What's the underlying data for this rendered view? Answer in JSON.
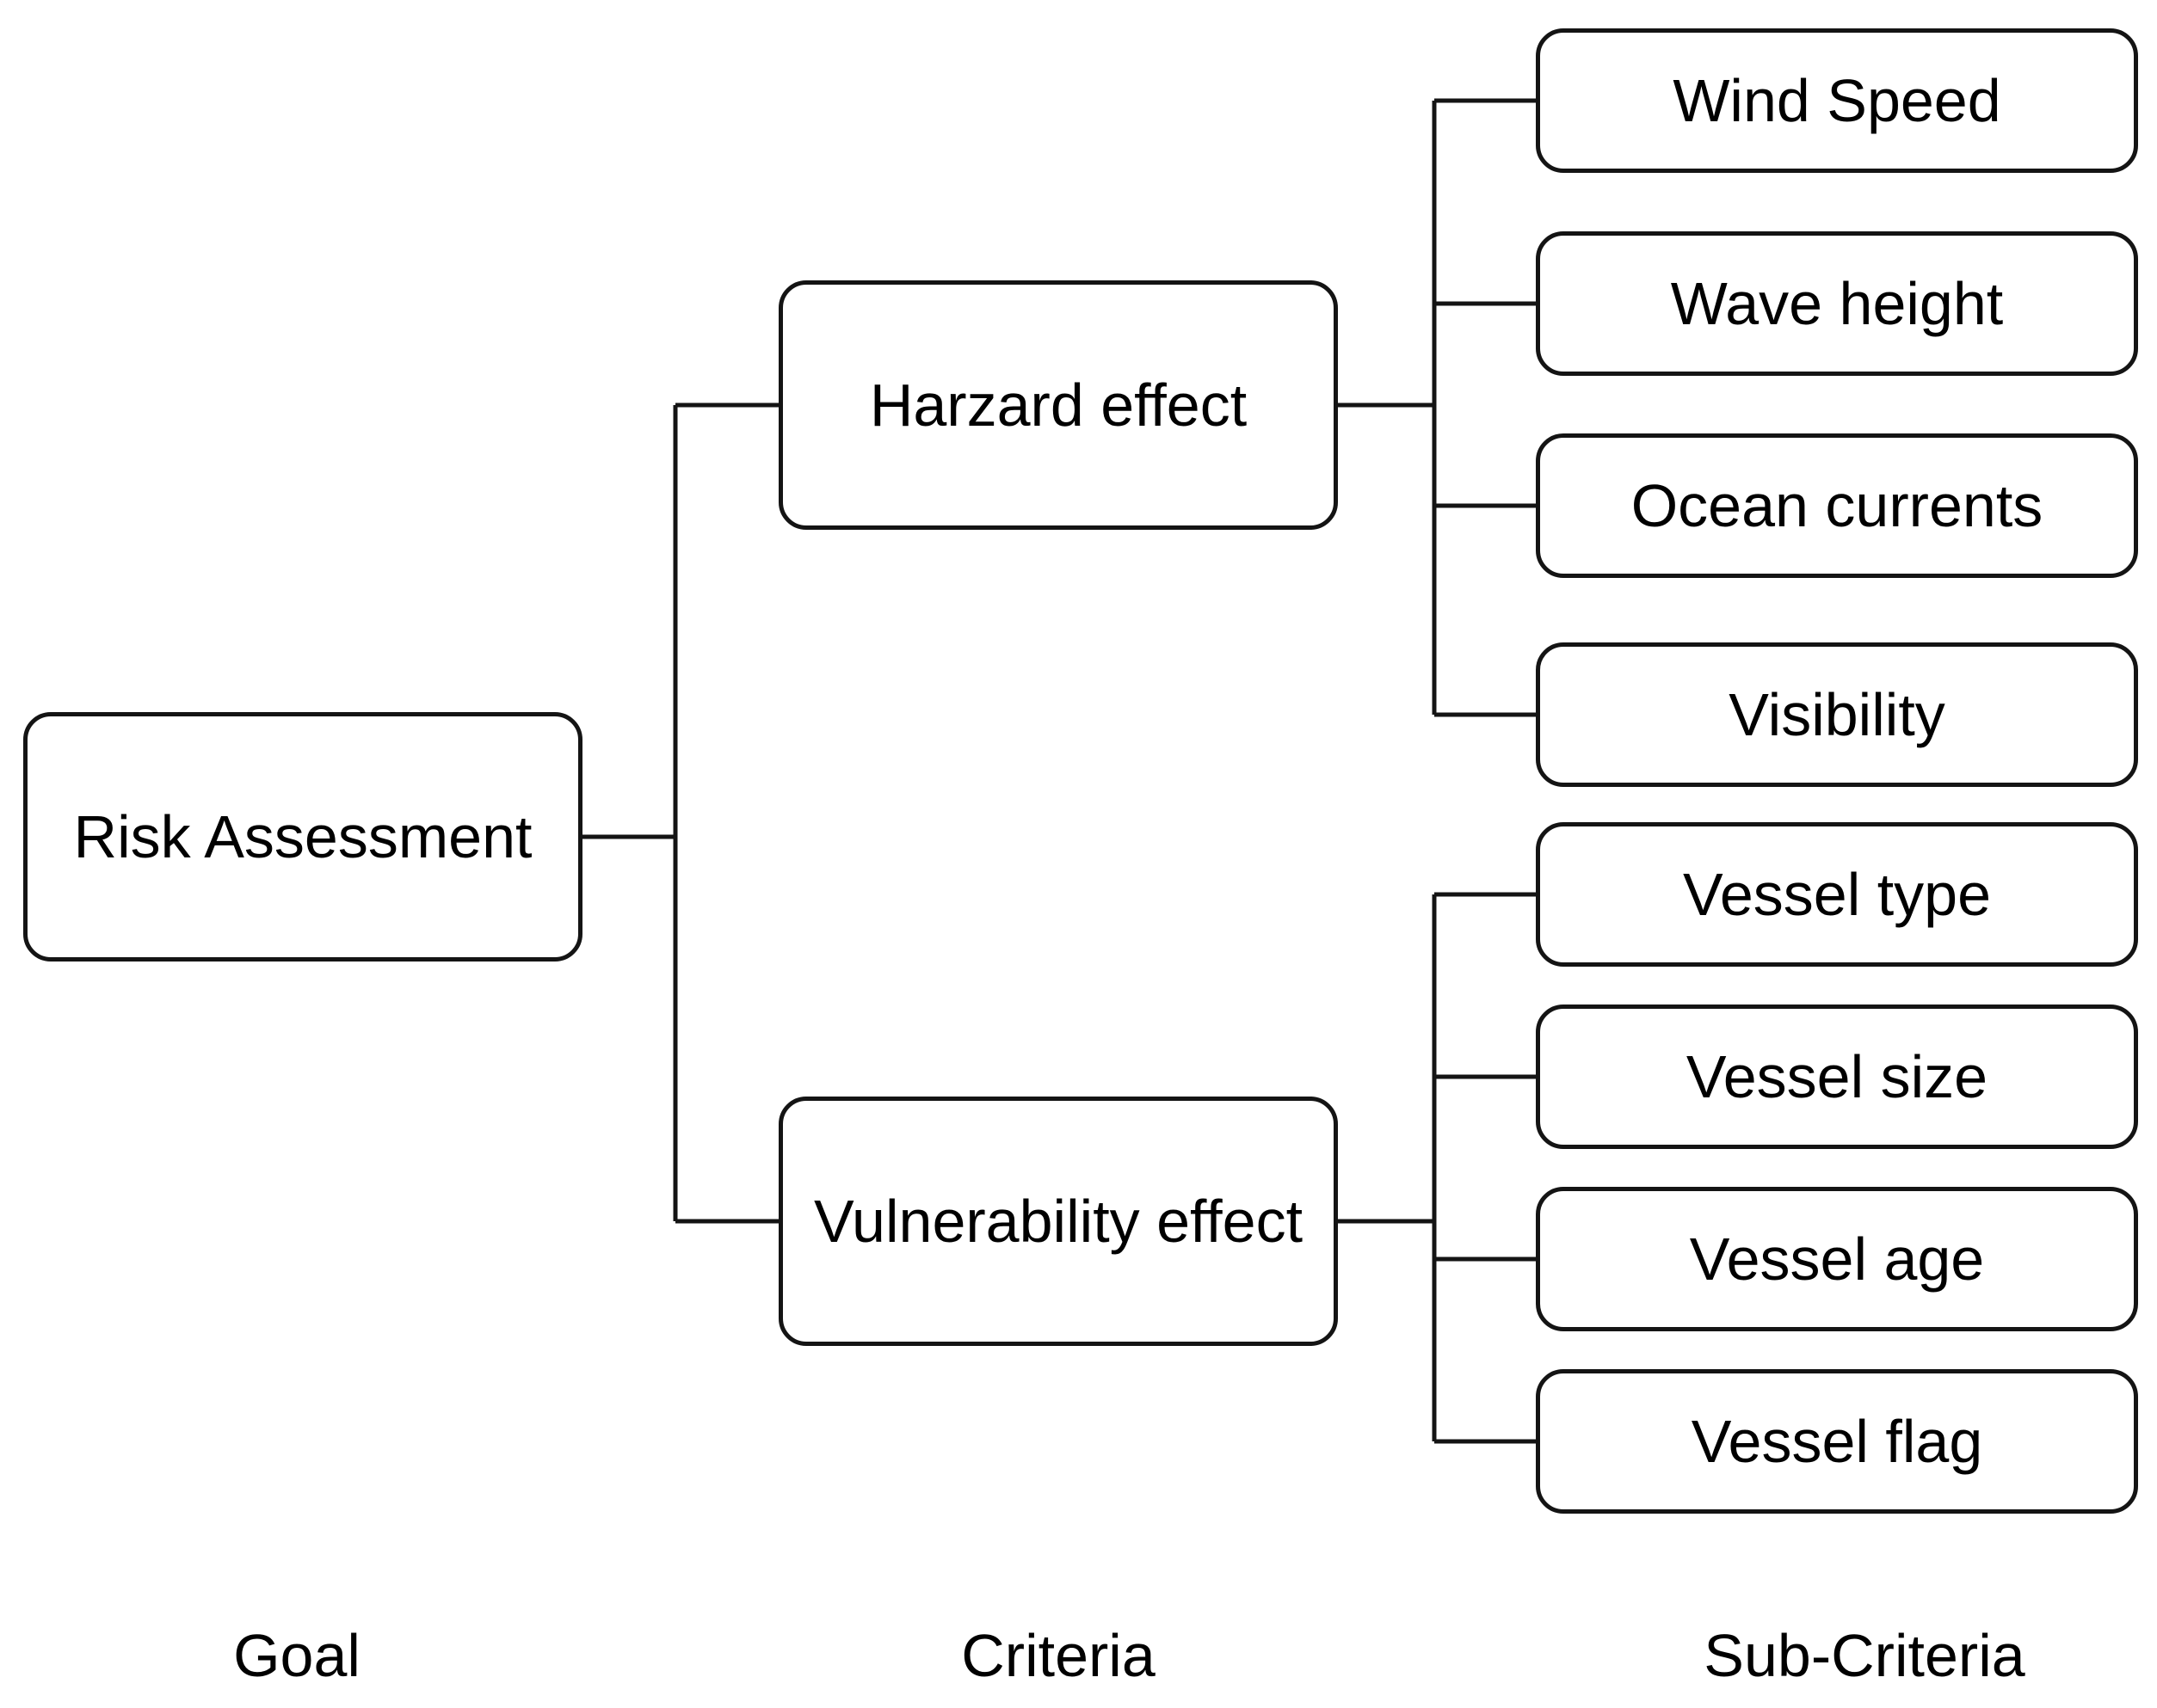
{
  "diagram": {
    "goal": {
      "label": "Risk Assessment"
    },
    "criteria": [
      {
        "label": "Harzard effect",
        "children": [
          {
            "label": "Wind Speed"
          },
          {
            "label": "Wave height"
          },
          {
            "label": "Ocean currents"
          },
          {
            "label": "Visibility"
          }
        ]
      },
      {
        "label": "Vulnerability effect",
        "children": [
          {
            "label": "Vessel type"
          },
          {
            "label": "Vessel size"
          },
          {
            "label": "Vessel age"
          },
          {
            "label": "Vessel flag"
          }
        ]
      }
    ],
    "column_labels": [
      {
        "label": "Goal"
      },
      {
        "label": "Criteria"
      },
      {
        "label": "Sub-Criteria"
      }
    ],
    "colors": {
      "line": "#141414",
      "box_border": "#141414",
      "text": "#000000",
      "background": "#ffffff"
    }
  }
}
